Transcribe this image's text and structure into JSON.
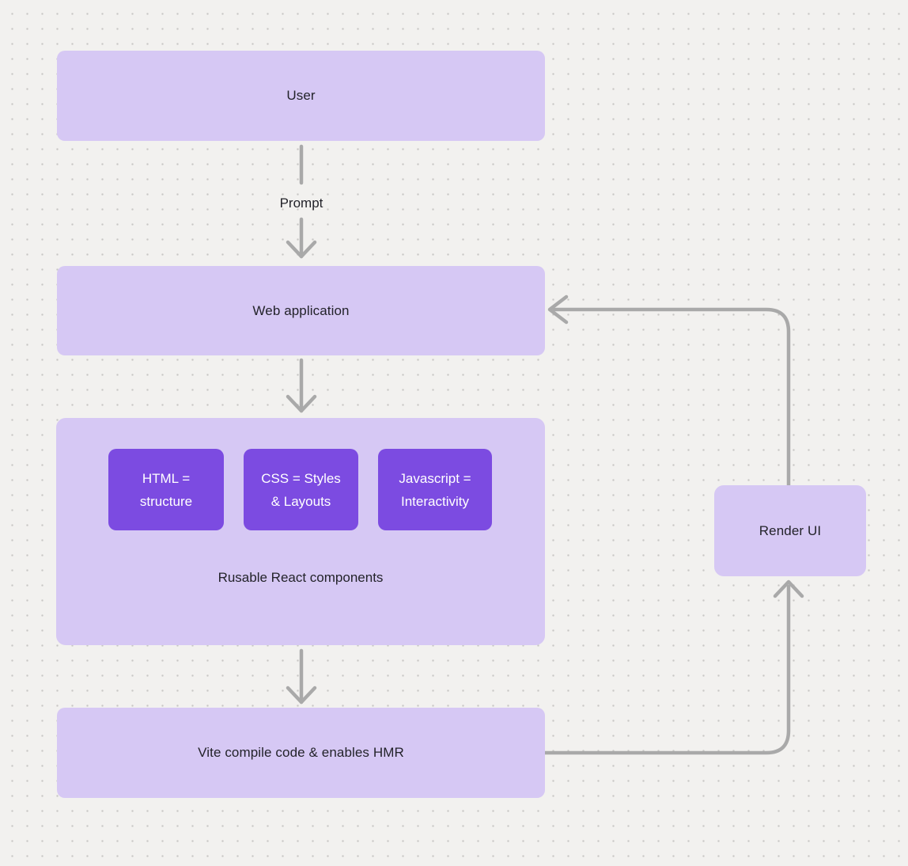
{
  "diagram": {
    "nodes": {
      "user": {
        "label": "User"
      },
      "web_application": {
        "label": "Web application"
      },
      "components_container": {
        "caption": "Rusable React components",
        "children": [
          {
            "lines": [
              "HTML =",
              "structure"
            ]
          },
          {
            "lines": [
              "CSS = Styles",
              "& Layouts"
            ]
          },
          {
            "lines": [
              "Javascript =",
              "Interactivity"
            ]
          }
        ]
      },
      "vite": {
        "label": "Vite compile code & enables HMR"
      },
      "render_ui": {
        "label": "Render UI"
      }
    },
    "edge_labels": {
      "prompt": "Prompt"
    },
    "colors": {
      "background": "#f2f1ef",
      "dot": "#c8c7c5",
      "node_light": "#d6c8f4",
      "node_dark": "#7c4be1",
      "arrow": "#a9a9a9",
      "text_dark": "#23232a",
      "text_light": "#ffffff"
    }
  }
}
